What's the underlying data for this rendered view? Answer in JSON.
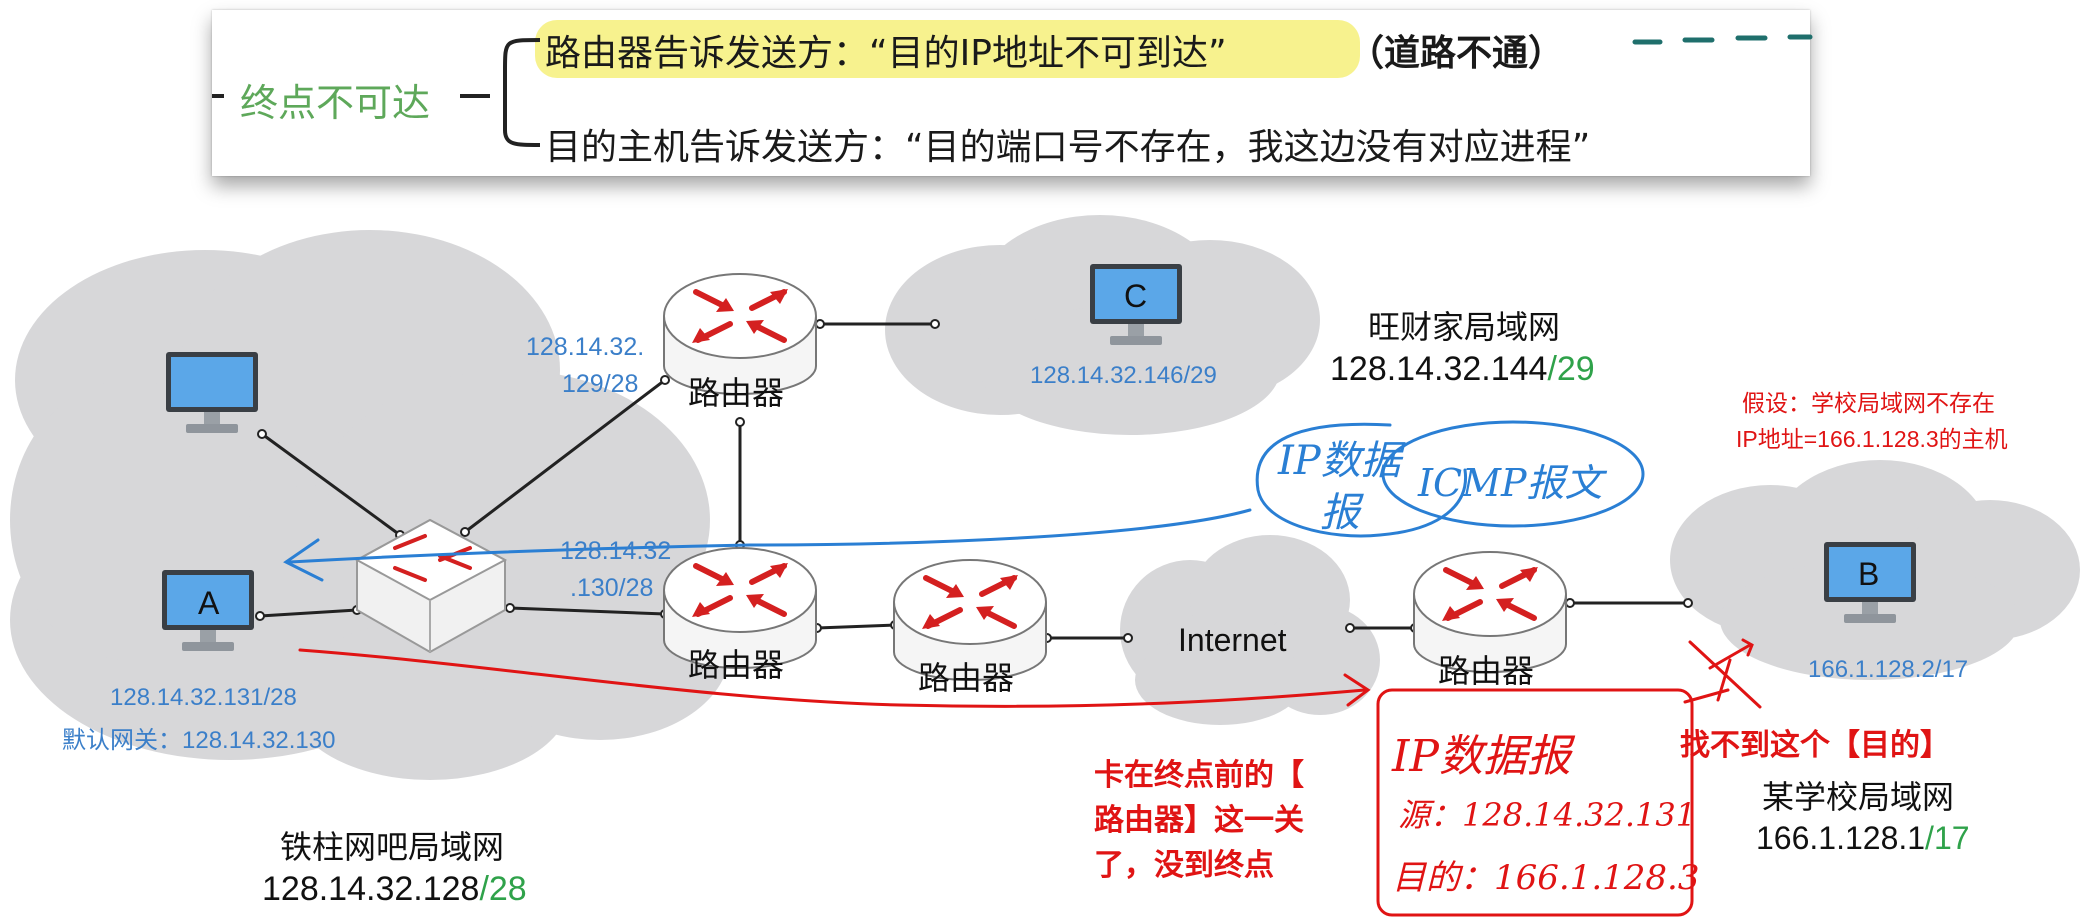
{
  "summary": {
    "category_label": "终点不可达",
    "line1_main": "路由器告诉发送方：“目的IP地址不可到达”",
    "line1_note": "（道路不通）",
    "line2": "目的主机告诉发送方：“目的端口号不存在，我这边没有对应进程”"
  },
  "network": {
    "router_label": "路由器",
    "internet_label": "Internet",
    "lan_teacher": {
      "name": "铁柱网吧局域网",
      "ip": "128.14.32.128",
      "mask": "/28"
    },
    "lan_wangcai": {
      "name": "旺财家局域网",
      "ip": "128.14.32.144",
      "mask": "/29"
    },
    "lan_school": {
      "name": "某学校局域网",
      "ip": "166.1.128.1",
      "mask": "/17"
    },
    "host_a": {
      "label": "A",
      "ip": "128.14.32.131/28",
      "gateway": "默认网关：128.14.32.130"
    },
    "host_b": {
      "label": "B",
      "ip": "166.1.128.2/17"
    },
    "host_c": {
      "label": "C",
      "ip": "128.14.32.146/29"
    },
    "router_top_iface": {
      "line1": "128.14.32.",
      "line2": "129/28"
    },
    "router_mid_iface": {
      "line1": "128.14.32",
      "line2": ".130/28"
    }
  },
  "annotations": {
    "assumption_line1": "假设：学校局域网不存在",
    "assumption_line2": "IP地址=166.1.128.3的主机",
    "stuck_line1": "卡在终点前的【",
    "stuck_line2": "路由器】这一关",
    "stuck_line3": "了，没到终点",
    "not_found": "找不到这个【目的】",
    "icmp_datagram_1": "IP数据",
    "icmp_datagram_2": "报",
    "icmp_message": "ICMP报文",
    "packet_title": "IP数据报",
    "packet_src": "源：128.14.32.131",
    "packet_dst": "目的：166.1.128.3"
  },
  "colors": {
    "cloud": "#d7d7d9",
    "router_arrow": "#d42020",
    "monitor_screen": "#5ba7e8",
    "blue_text": "#3b7fc9",
    "green_text": "#2fa24a",
    "red_ink": "#e01414",
    "blue_ink": "#2a7fd4"
  }
}
